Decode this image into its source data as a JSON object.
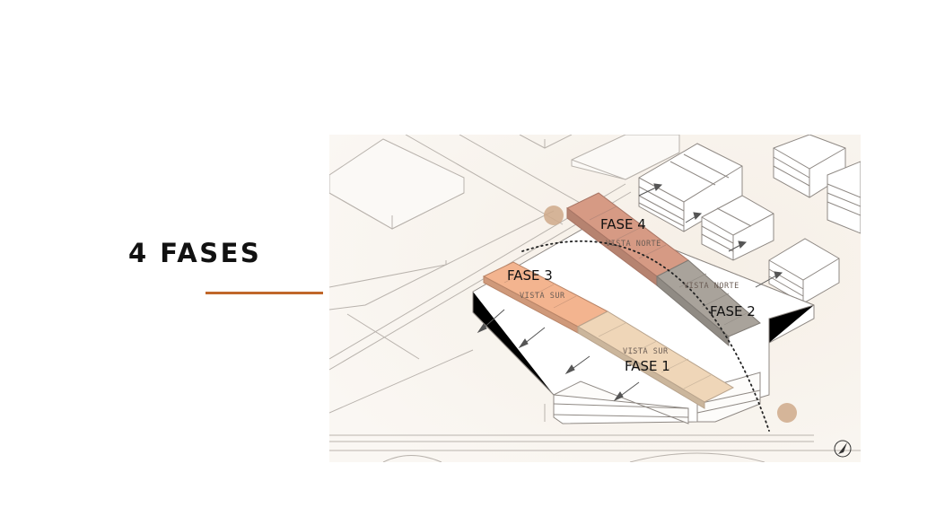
{
  "slide": {
    "title": "4 FASES",
    "accent_color": "#c0672a"
  },
  "diagram": {
    "phases": [
      {
        "label": "FASE 1",
        "view": "VISTA SUR",
        "color": "#efd6b8"
      },
      {
        "label": "FASE 2",
        "view": "VISTA NORTE",
        "color": "#a9a39b"
      },
      {
        "label": "FASE 3",
        "view": "VISTA SUR",
        "color": "#f3b48f"
      },
      {
        "label": "FASE 4",
        "view": "VISTA NORTE",
        "color": "#d69a84"
      }
    ],
    "marker_color": "#cfa98a"
  }
}
